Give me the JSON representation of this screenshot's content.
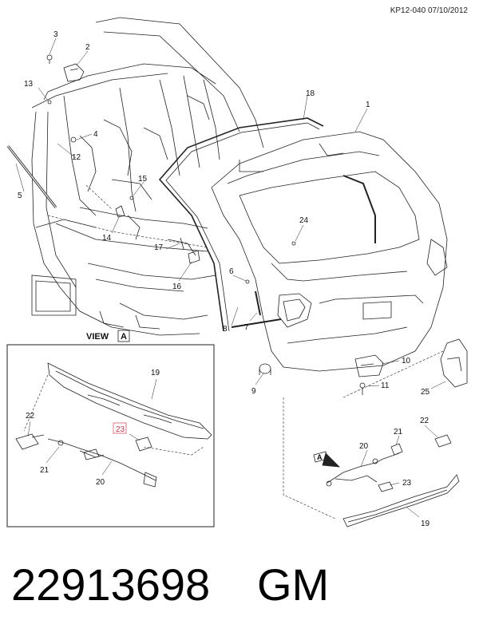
{
  "header": {
    "drawing_code": "KP12-040 07/10/2012"
  },
  "view": {
    "label": "VIEW",
    "box": "A"
  },
  "view_arrow": {
    "letter": "A"
  },
  "callouts": {
    "c1": "1",
    "c2": "2",
    "c3": "3",
    "c4": "4",
    "c5": "5",
    "c6": "6",
    "c7": "7",
    "c8": "8",
    "c9": "9",
    "c10": "10",
    "c11": "11",
    "c12": "12",
    "c13": "13",
    "c14": "14",
    "c15": "15",
    "c16": "16",
    "c17": "17",
    "c18": "18",
    "c19": "19",
    "c19b": "19",
    "c20": "20",
    "c20b": "20",
    "c21": "21",
    "c21b": "21",
    "c22": "22",
    "c22b": "22",
    "c23": "23",
    "c23b": "23",
    "c24": "24",
    "c25": "25"
  },
  "footer": {
    "part_number": "22913698",
    "make": "GM"
  },
  "colors": {
    "highlight_box": "#e07a86",
    "ink": "#111111"
  }
}
